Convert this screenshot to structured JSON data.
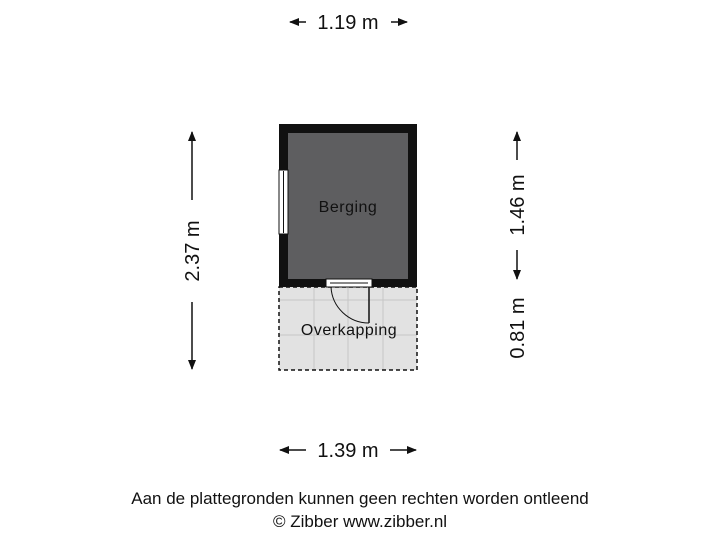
{
  "dimensions": {
    "top_width": "1.19 m",
    "bottom_width": "1.39 m",
    "total_height": "2.37 m",
    "berging_height": "1.46 m",
    "overkapping_height": "0.81 m"
  },
  "rooms": {
    "berging": "Berging",
    "overkapping": "Overkapping"
  },
  "footer": {
    "disclaimer": "Aan de plattegronden kunnen geen rechten worden ontleend",
    "copyright": "© Zibber www.zibber.nl"
  },
  "colors": {
    "wall": "#111111",
    "room_fill": "#5e5e60",
    "covered_fill": "#e2e2e2",
    "grid_line": "#c6c6c6"
  }
}
